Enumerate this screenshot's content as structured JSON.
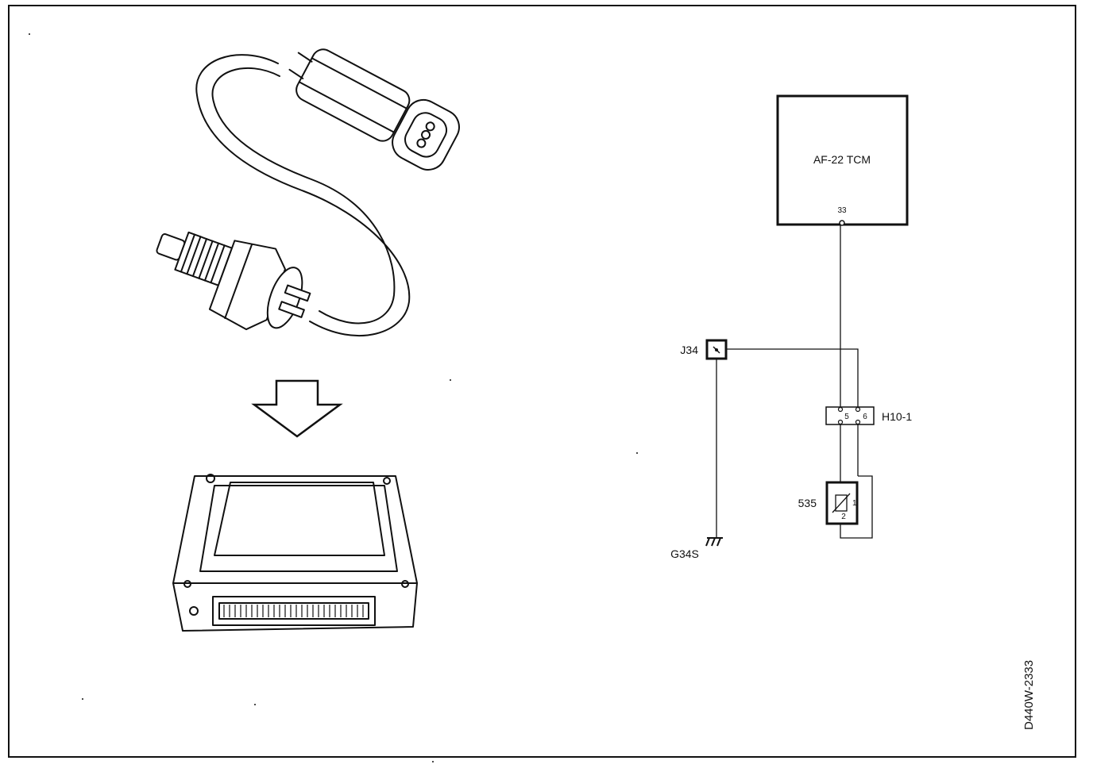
{
  "figure_id": "D440W-2333",
  "ecu_box": {
    "label": "AF-22 TCM",
    "pin": "33"
  },
  "junction": {
    "label": "J34"
  },
  "ground": {
    "label": "G34S"
  },
  "connector": {
    "label": "H10-1",
    "pin_left": "5",
    "pin_right": "6"
  },
  "sensor": {
    "label": "535",
    "pin_top": "1",
    "pin_bottom": "2"
  }
}
